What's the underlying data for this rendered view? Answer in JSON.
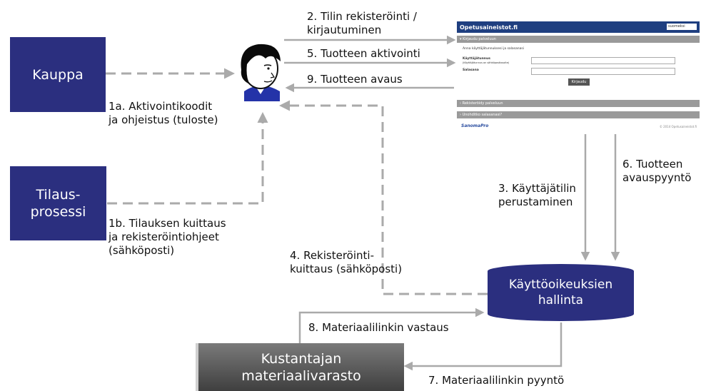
{
  "actors": {
    "kauppa": "Kauppa",
    "tilausprosessi": "Tilaus-\nprosessi",
    "kayttooikeuksien_hallinta": "Käyttöoikeuksien\nhallinta",
    "kustantajan_materiaalivarasto": "Kustantajan\nmateriaalivarasto"
  },
  "steps": {
    "s1a": "1a. Aktivointikoodit\nja ohjeistus (tuloste)",
    "s1b": "1b. Tilauksen kuittaus\nja rekisteröintiohjeet\n(sähköposti)",
    "s2": "2. Tilin rekisteröinti /\nkirjautuminen",
    "s3": "3. Käyttäjätilin\nperustaminen",
    "s4": "4. Rekisteröinti-\nkuittaus (sähköposti)",
    "s5": "5. Tuotteen aktivointi",
    "s6": "6. Tuotteen\navauspyyntö",
    "s7": "7. Materiaalilinkin pyyntö",
    "s8": "8. Materiaalilinkin vastaus",
    "s9": "9. Tuotteen avaus"
  },
  "site": {
    "brand": "Opetusaineistot.fi",
    "language": "suomeksi",
    "login_bar": "Kirjaudu palveluun",
    "intro": "Anna käyttäjätunnuksesi ja salasanasi",
    "username_label": "Käyttäjätunnus",
    "username_hint": "(Käyttäjätunnus on sähköpostiosoite)",
    "password_label": "Salasana",
    "login_button": "Kirjaudu",
    "register_bar": "Rekisteröidy palveluun",
    "forgot_bar": "Unohditko salasanasi?",
    "logo": "SanomaPro",
    "footer": "© 2014 Opetusaineistot.fi"
  }
}
